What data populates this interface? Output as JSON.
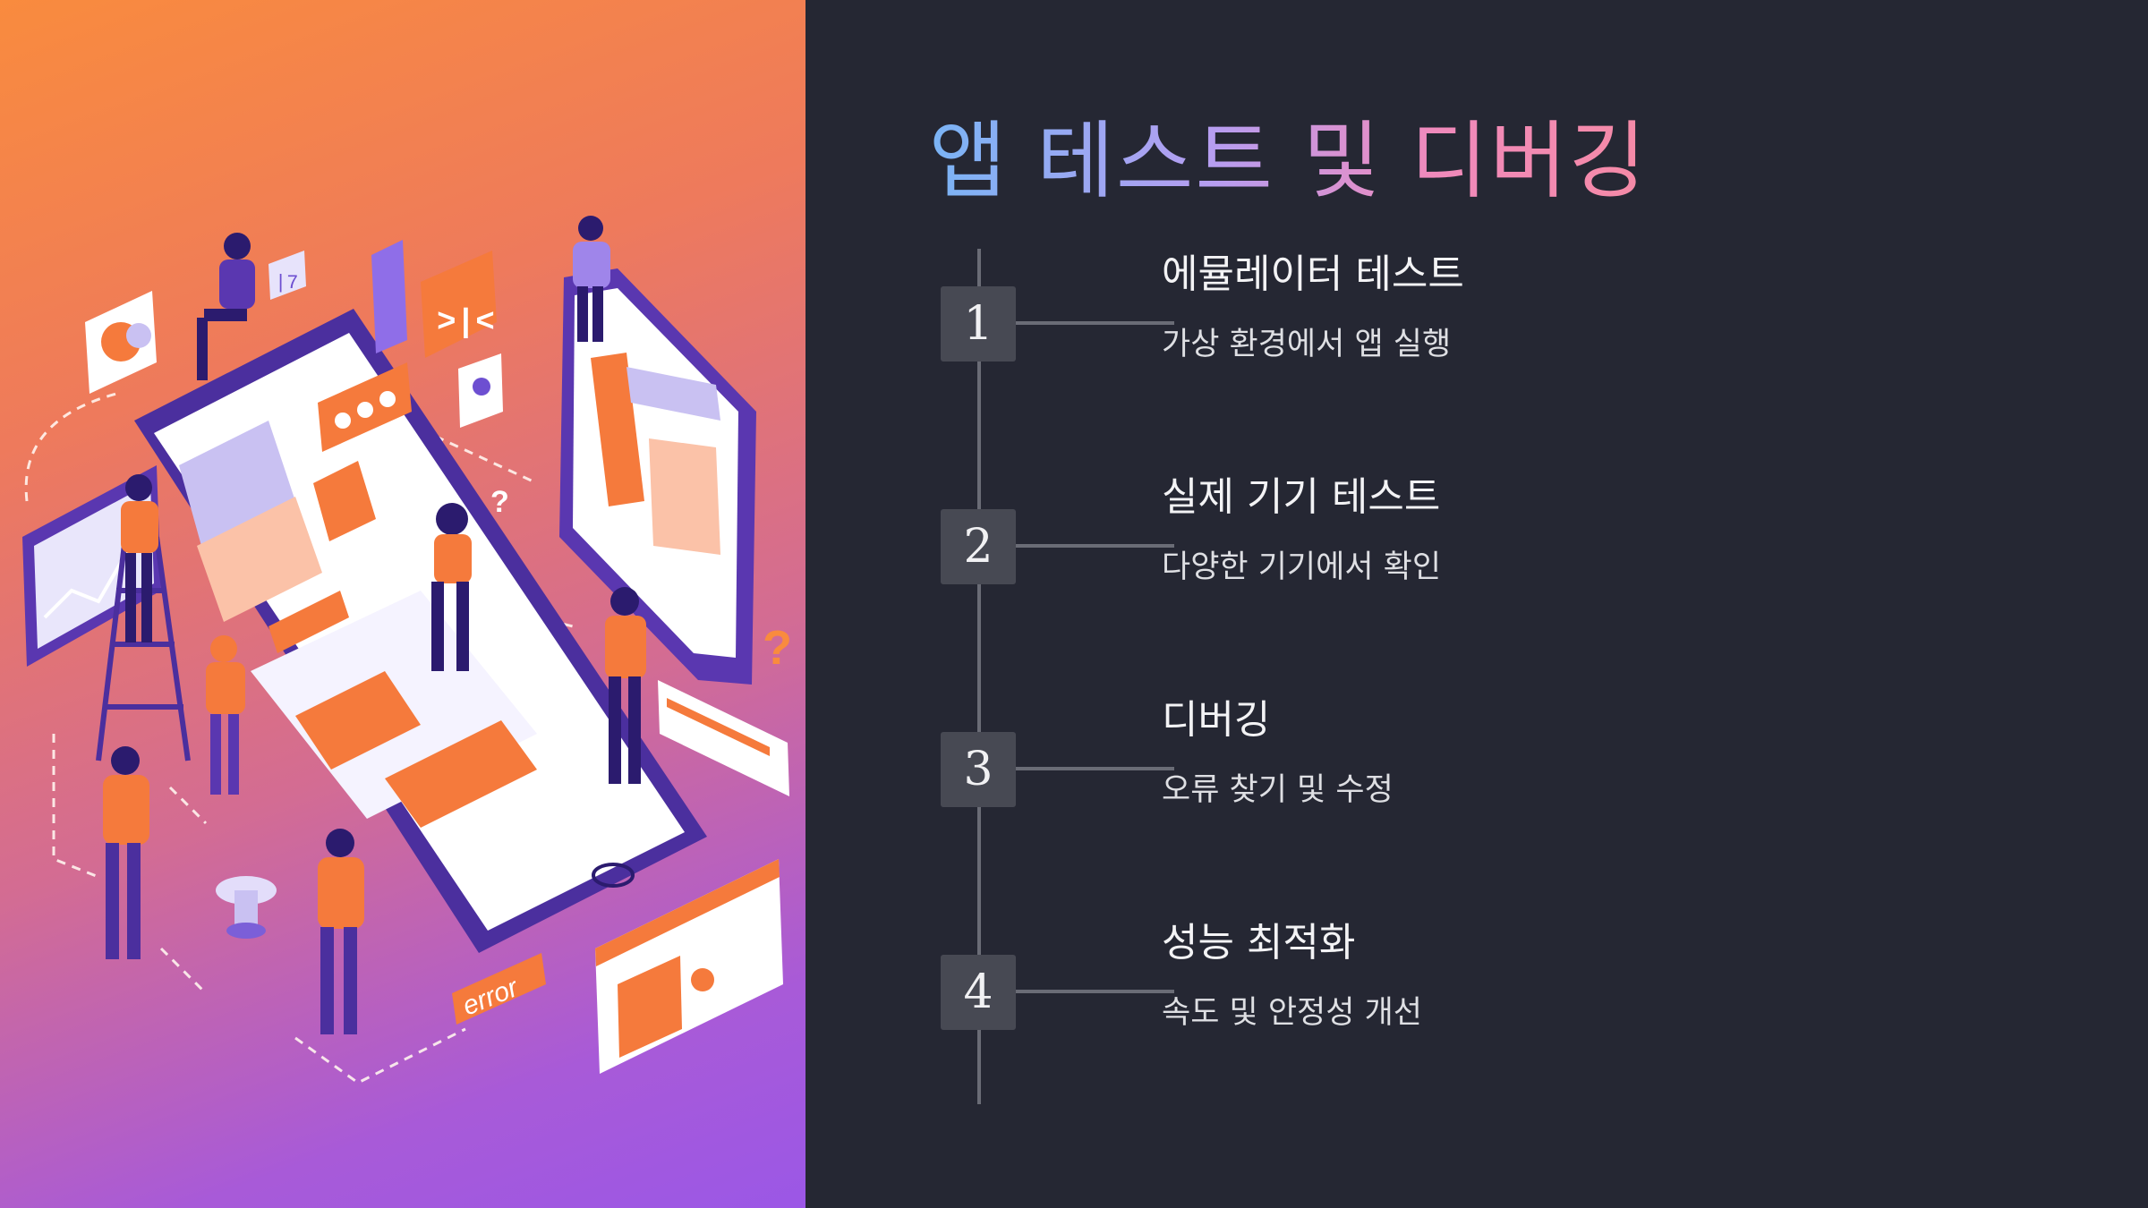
{
  "slide": {
    "title": "앱 테스트 및 디버깅",
    "steps": [
      {
        "number": "1",
        "title": "에뮬레이터 테스트",
        "description": "가상 환경에서 앱 실행"
      },
      {
        "number": "2",
        "title": "실제 기기 테스트",
        "description": "다양한 기기에서 확인"
      },
      {
        "number": "3",
        "title": "디버깅",
        "description": "오류 찾기 및 수정"
      },
      {
        "number": "4",
        "title": "성능 최적화",
        "description": "속도 및 안정성 개선"
      }
    ]
  },
  "illustration": {
    "error_label": "error",
    "question_mark": "?",
    "code_badge": ">|<",
    "slash_badge": "|7"
  },
  "colors": {
    "background": "#252733",
    "accent_orange": "#f98b3e",
    "accent_purple": "#9b57e6",
    "step_box": "#474953",
    "timeline": "#6a6c76"
  }
}
